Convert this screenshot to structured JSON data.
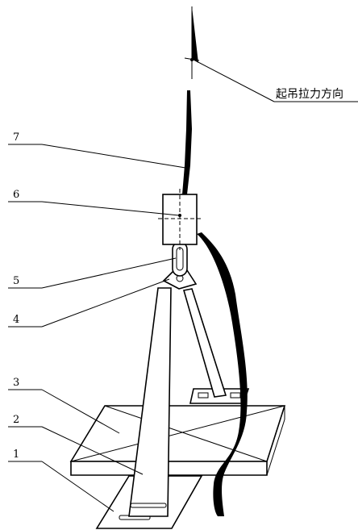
{
  "callouts": {
    "direction_label": "起吊拉力方向",
    "labels": [
      "1",
      "2",
      "3",
      "4",
      "5",
      "6",
      "7"
    ]
  },
  "colors": {
    "stroke": "#000000",
    "background": "#ffffff"
  }
}
